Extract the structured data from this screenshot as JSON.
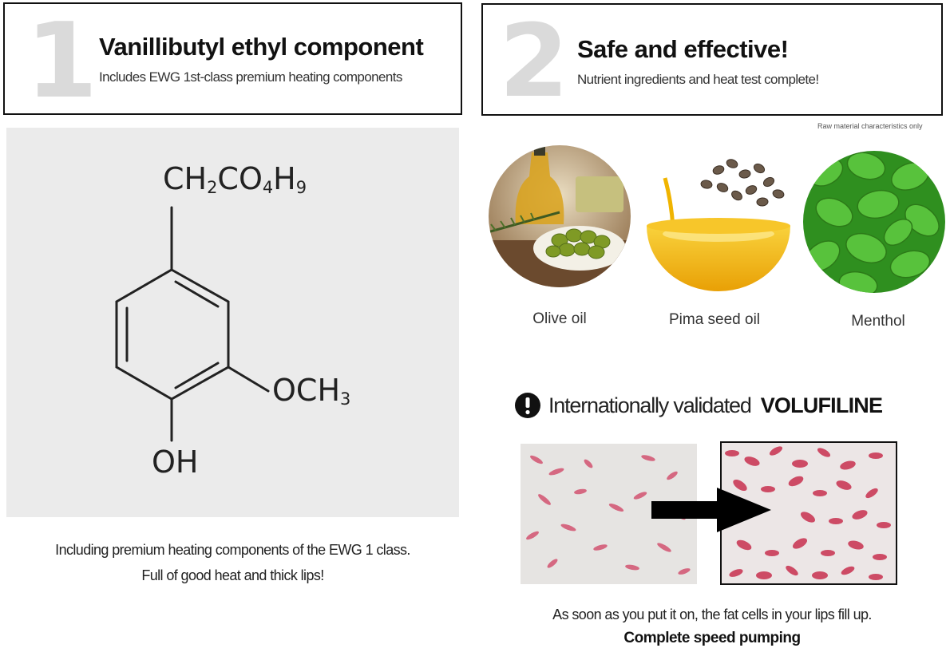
{
  "section1": {
    "number": "1",
    "title": "Vanillibutyl ethyl component",
    "subtitle": "Includes EWG 1st-class premium heating components"
  },
  "section2": {
    "number": "2",
    "title": "Safe and effective!",
    "subtitle": "Nutrient ingredients and heat test complete!"
  },
  "chemical": {
    "top_group_main": "CH",
    "top_group_sub1": "2",
    "top_group_mid": "CO",
    "top_group_sub2": "4",
    "top_group_end": "H",
    "top_group_sub3": "9",
    "side_group_main": "OCH",
    "side_group_sub": "3",
    "bottom_group": "OH"
  },
  "left_caption": {
    "line1": "Including premium heating components of the EWG 1 class.",
    "line2": "Full of good heat and thick lips!"
  },
  "note": "Raw material characteristics only",
  "ingredients": [
    {
      "label": "Olive oil"
    },
    {
      "label": "Pima seed oil"
    },
    {
      "label": "Menthol"
    }
  ],
  "validation": {
    "icon": "exclamation-icon",
    "text": "Internationally validated",
    "brand": "VOLUFILINE"
  },
  "bottom": {
    "line1": "As soon as you put it on, the fat cells in your lips fill up.",
    "line2": "Complete speed pumping"
  },
  "colors": {
    "header_border": "#111111",
    "big_number": "#dadada",
    "chem_panel_bg": "#ebebeb",
    "cell_stain": "#c8314f",
    "olive": "#6f8a1f",
    "oil_gold": "#f0b400",
    "mint": "#3fae2a"
  }
}
